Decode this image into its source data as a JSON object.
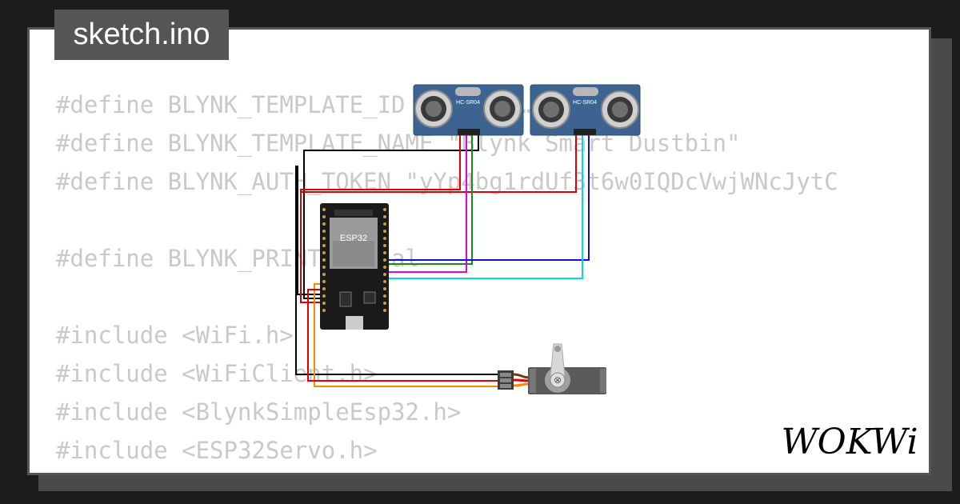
{
  "tab": {
    "title": "sketch.ino"
  },
  "code": {
    "lines": [
      "#define BLYNK_TEMPLATE_ID \"TMPL3…………od\"",
      "#define BLYNK_TEMPLATE_NAME \"Blynk Smart Dustbin\"",
      "#define BLYNK_AUTH_TOKEN \"yYp4bg1rdUf3t6w0IQDcVwjWNcJytC",
      "",
      "#define BLYNK_PRINT Serial",
      "",
      "#include <WiFi.h>",
      "#include <WiFiClient.h>",
      "#include <BlynkSimpleEsp32.h>",
      "#include <ESP32Servo.h>"
    ]
  },
  "components": {
    "esp32": {
      "label": "ESP32"
    },
    "sensor_left": {
      "label": "HC-SR04"
    },
    "sensor_right": {
      "label": "HC-SR04"
    }
  },
  "logo": {
    "text": "WOKWi"
  },
  "colors": {
    "wire_black": "#000000",
    "wire_red": "#e00000",
    "wire_green": "#1a8a1a",
    "wire_magenta": "#e600e6",
    "wire_blue": "#1010d0",
    "wire_cyan": "#00d8e8",
    "wire_orange": "#ff8800",
    "sensor_blue": "#3d6491",
    "servo_grey": "#5a5a5a"
  }
}
